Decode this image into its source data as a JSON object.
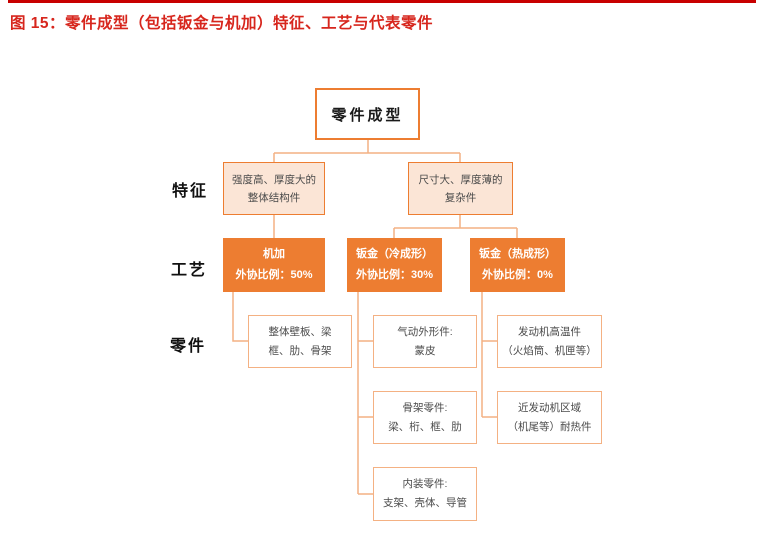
{
  "header": {
    "title": "图 15：零件成型（包括钣金与机加）特征、工艺与代表零件"
  },
  "colors": {
    "accent_orange": "#ED7D31",
    "light_orange_border": "#F4B183",
    "peach_fill": "#FBE5D6",
    "title_red": "#D7261D",
    "top_bar_red": "#C80000"
  },
  "diagram": {
    "root_label": "零件成型",
    "row_labels": {
      "features": "特征",
      "process": "工艺",
      "parts": "零件"
    },
    "features": [
      {
        "lines": [
          "强度高、厚度大的",
          "整体结构件"
        ]
      },
      {
        "lines": [
          "尺寸大、厚度薄的",
          "复杂件"
        ]
      }
    ],
    "processes": [
      {
        "name": "机加",
        "ratio": "外协比例：50%"
      },
      {
        "name": "钣金（冷成形）",
        "ratio": "外协比例：30%"
      },
      {
        "name": "钣金（热成形）",
        "ratio": "外协比例：0%"
      }
    ],
    "parts": [
      {
        "lines": [
          "整体壁板、梁",
          "框、肋、骨架"
        ]
      },
      {
        "lines": [
          "气动外形件:",
          "蒙皮"
        ]
      },
      {
        "lines": [
          "发动机高温件",
          "（火焰筒、机匣等）"
        ]
      },
      {
        "lines": [
          "骨架零件:",
          "梁、桁、框、肋"
        ]
      },
      {
        "lines": [
          "近发动机区域",
          "（机尾等）耐热件"
        ]
      },
      {
        "lines": [
          "内装零件:",
          "支架、壳体、导管"
        ]
      }
    ]
  }
}
